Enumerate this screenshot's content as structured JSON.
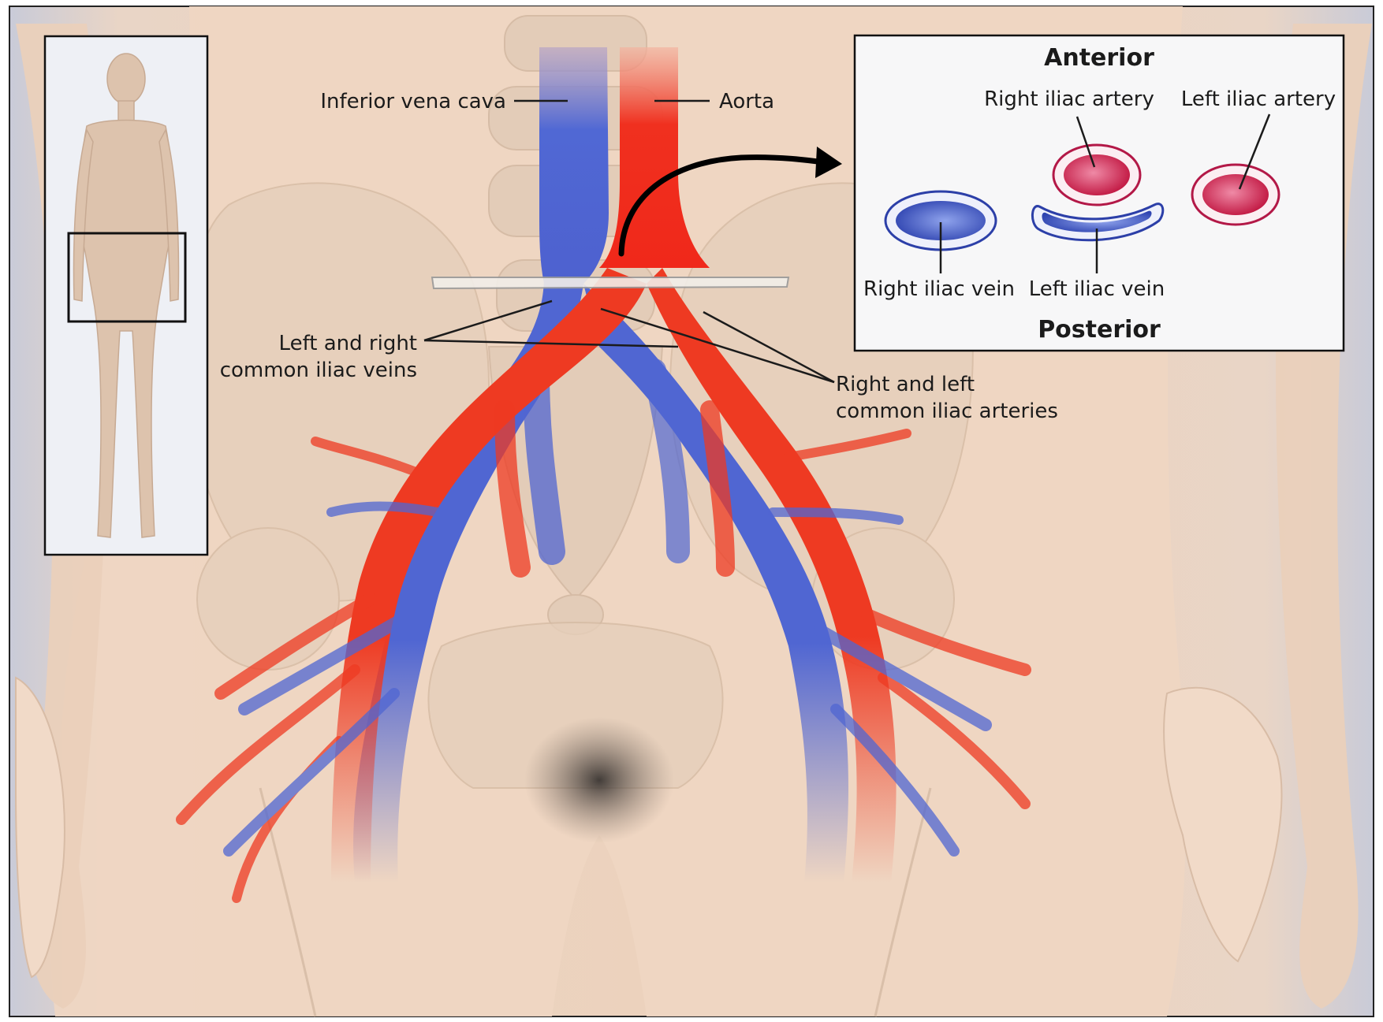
{
  "labels": {
    "ivc": "Inferior vena cava",
    "aorta": "Aorta",
    "iliac_veins_line1": "Left and right",
    "iliac_veins_line2": "common iliac veins",
    "iliac_arteries_line1": "Right and left",
    "iliac_arteries_line2": "common iliac arteries"
  },
  "inset": {
    "top_heading": "Anterior",
    "bottom_heading": "Posterior",
    "right_iliac_artery": "Right iliac artery",
    "left_iliac_artery": "Left iliac artery",
    "right_iliac_vein": "Right iliac vein",
    "left_iliac_vein": "Left iliac vein"
  },
  "colors": {
    "artery": "#e8251c",
    "vein": "#4f63cf",
    "skin": "#edd3bd",
    "inset_artery": "#c9174a",
    "inset_vein": "#3549b8"
  }
}
